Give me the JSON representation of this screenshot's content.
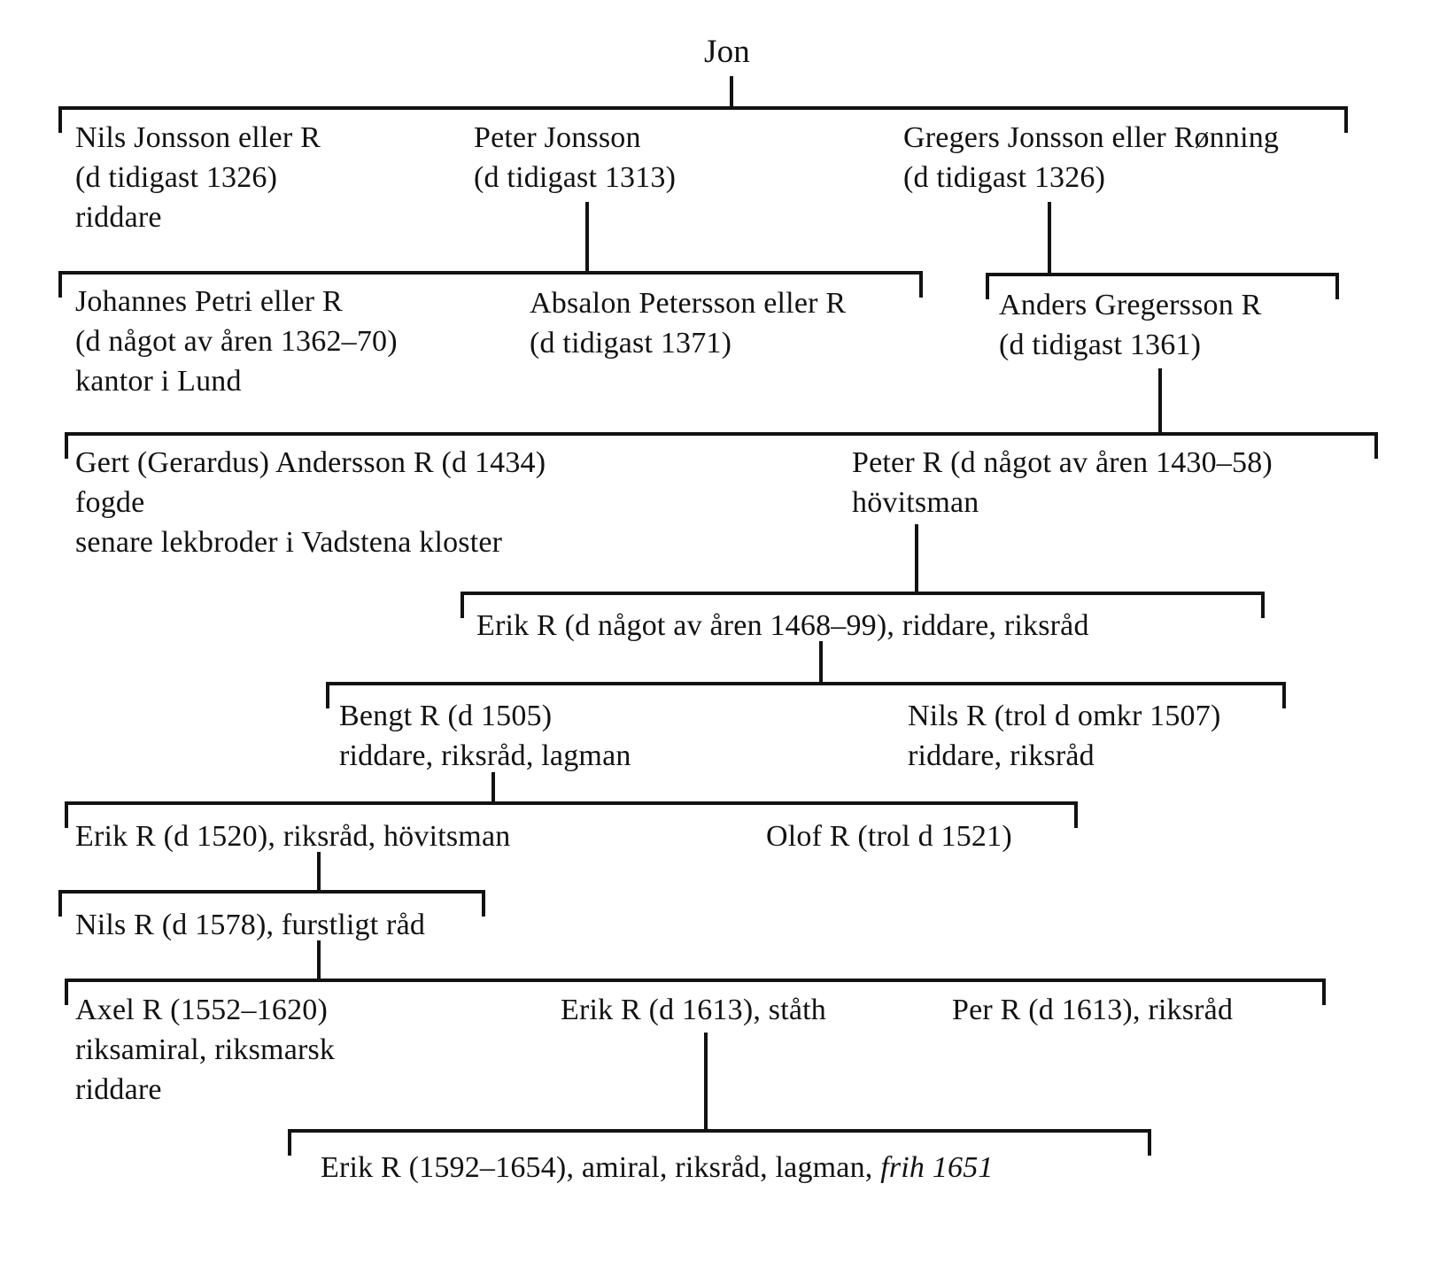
{
  "page": {
    "background_color": "#ffffff",
    "line_color": "#121212",
    "diagram_type": "family-tree"
  },
  "people": {
    "jon": {
      "lines": [
        "Jon"
      ]
    },
    "nils_jonsson": {
      "lines": [
        "Nils Jonsson eller R",
        "(d tidigast 1326)",
        "riddare"
      ]
    },
    "peter_jonsson": {
      "lines": [
        "Peter Jonsson",
        "(d tidigast 1313)"
      ]
    },
    "gregers_jonsson": {
      "lines": [
        "Gregers Jonsson eller Rønning",
        "(d tidigast 1326)"
      ]
    },
    "johannes_petri": {
      "lines": [
        "Johannes Petri eller R",
        "(d något av åren 1362–70)",
        "kantor i Lund"
      ]
    },
    "absalon_petersson": {
      "lines": [
        "Absalon Petersson eller R",
        "(d tidigast 1371)"
      ]
    },
    "anders_gregersson": {
      "lines": [
        "Anders Gregersson R",
        "(d tidigast 1361)"
      ]
    },
    "gert_andersson": {
      "lines": [
        "Gert (Gerardus) Andersson R (d 1434)",
        "fogde",
        "senare lekbroder i Vadstena kloster"
      ]
    },
    "peter_r": {
      "lines": [
        "Peter R (d något av åren 1430–58)",
        "hövitsman"
      ]
    },
    "erik_r_1468": {
      "lines": [
        "Erik R (d något av åren 1468–99), riddare, riksråd"
      ]
    },
    "bengt_r": {
      "lines": [
        "Bengt R (d 1505)",
        "riddare, riksråd, lagman"
      ]
    },
    "nils_r_1507": {
      "lines": [
        "Nils R (trol d omkr 1507)",
        "riddare, riksråd"
      ]
    },
    "erik_r_1520": {
      "lines": [
        "Erik R (d 1520), riksråd, hövitsman"
      ]
    },
    "olof_r": {
      "lines": [
        "Olof R (trol d 1521)"
      ]
    },
    "nils_r_1578": {
      "lines": [
        "Nils R (d 1578), furstligt råd"
      ]
    },
    "axel_r": {
      "lines": [
        "Axel R (1552–1620)",
        "riksamiral, riksmarsk",
        "riddare"
      ]
    },
    "erik_r_1613": {
      "lines": [
        "Erik R (d 1613), ståth"
      ]
    },
    "per_r_1613": {
      "lines": [
        "Per R (d 1613), riksråd"
      ]
    },
    "erik_r_1592": {
      "text": "Erik R (1592–1654), amiral, riksråd, lagman,",
      "italic_suffix": "frih 1651"
    }
  }
}
